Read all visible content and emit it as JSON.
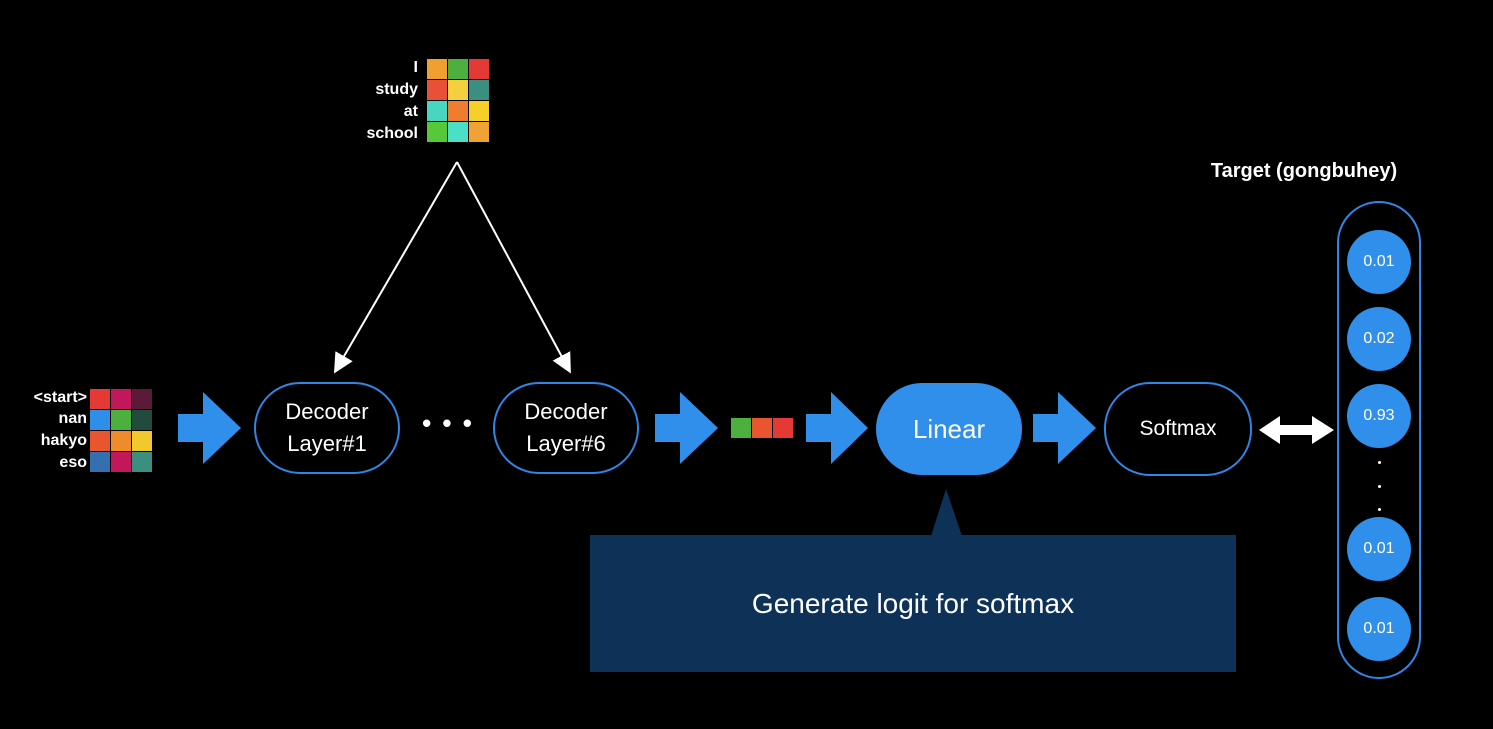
{
  "top_matrix": {
    "labels": [
      "I",
      "study",
      "at",
      "school"
    ],
    "colors": [
      [
        "#f0a030",
        "#4caf3e",
        "#e53935"
      ],
      [
        "#e8503a",
        "#f4d03f",
        "#3a8f80"
      ],
      [
        "#48d6c0",
        "#ef7d2e",
        "#f6cf29"
      ],
      [
        "#56c83a",
        "#4bdfc8",
        "#f0a335"
      ]
    ]
  },
  "left_matrix": {
    "labels": [
      "<start>",
      "nan",
      "hakyo",
      "eso"
    ],
    "colors": [
      [
        "#e53935",
        "#c2185b",
        "#5a1a38"
      ],
      [
        "#2d8fe8",
        "#4caf3e",
        "#214b3c"
      ],
      [
        "#e8552e",
        "#ef8b2a",
        "#f2c92c"
      ],
      [
        "#3470b0",
        "#c2185b",
        "#3a8f80"
      ]
    ]
  },
  "output_vector": {
    "colors": [
      "#4caf3e",
      "#e8552e",
      "#e53935"
    ]
  },
  "decoder1": {
    "line1": "Decoder",
    "line2": "Layer#1"
  },
  "ellipsis": "• • •",
  "decoder6": {
    "line1": "Decoder",
    "line2": "Layer#6"
  },
  "linear": {
    "label": "Linear"
  },
  "softmax": {
    "label": "Softmax"
  },
  "target": {
    "title": "Target (gongbuhey)",
    "values": [
      "0.01",
      "0.02",
      "0.93",
      "0.01",
      "0.01"
    ]
  },
  "callout": {
    "text": "Generate logit for softmax"
  },
  "colors": {
    "accent": "#2f8fea",
    "callout_bg": "#0e3158",
    "background": "#000000"
  }
}
